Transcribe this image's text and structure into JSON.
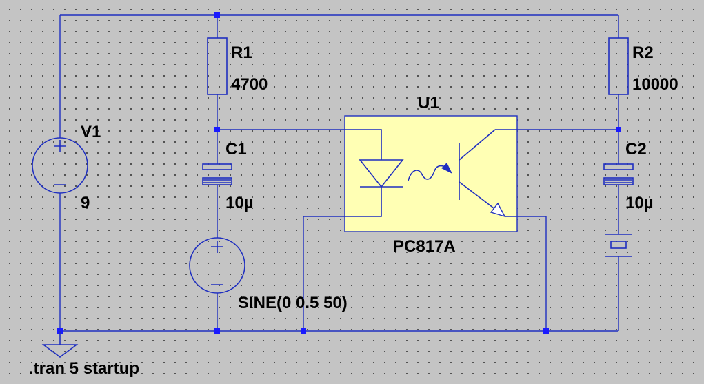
{
  "components": {
    "v1": {
      "name": "V1",
      "value": "9"
    },
    "r1": {
      "name": "R1",
      "value": "4700"
    },
    "r2": {
      "name": "R2",
      "value": "10000"
    },
    "c1": {
      "name": "C1",
      "value": "10µ"
    },
    "c2": {
      "name": "C2",
      "value": "10µ"
    },
    "u1": {
      "name": "U1",
      "value": "PC817A"
    },
    "v2": {
      "value": "SINE(0 0.5 50)"
    }
  },
  "directives": {
    "tran": ".tran 5 startup"
  },
  "colors": {
    "wire": "#1f2fc0",
    "junction": "#1a1aff",
    "ic_fill": "#ffffb4",
    "background": "#c4c4c4",
    "grid_dot": "#3c3c3c"
  }
}
